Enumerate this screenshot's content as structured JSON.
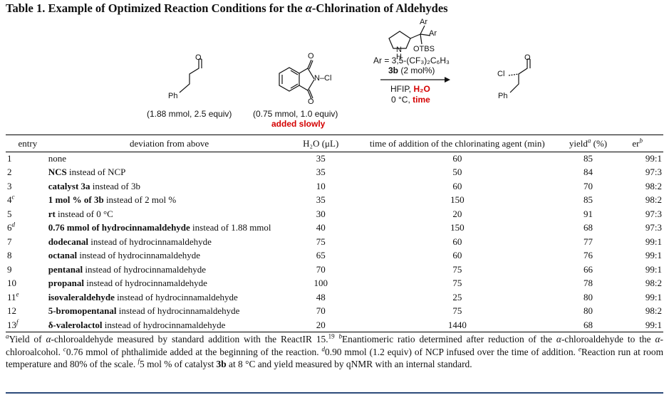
{
  "title": {
    "prefix": "Table 1. Example of Optimized Reaction Conditions for the ",
    "alpha": "α",
    "suffix": "-Chlorination of Aldehydes"
  },
  "scheme": {
    "aldehyde": {
      "substituent": "Ph",
      "amount": "(1.88 mmol, 2.5 equiv)"
    },
    "ncp": {
      "group": "N–Cl",
      "amount": "(0.75 mmol, 1.0 equiv)",
      "note": "added slowly"
    },
    "catalyst": {
      "ar1": "Ar",
      "ar2": "Ar",
      "nh": "N",
      "h": "H",
      "otbs": "OTBS",
      "ar_def": "Ar = 3,5-(CF₃)₂C₆H₃",
      "loading_id": "3b",
      "loading_rest": " (2 mol%)"
    },
    "conditions": {
      "solvent": "HFIP, ",
      "water": "H₂O",
      "temp": "0 °C, ",
      "time": "time"
    },
    "product": {
      "cl": "Cl",
      "substituent": "Ph"
    },
    "colors": {
      "accent": "#d40000",
      "rule_blue": "#2c4a7a"
    }
  },
  "table": {
    "headers": {
      "entry": "entry",
      "deviation": "deviation from above",
      "h2o": "H₂O (μL)",
      "time": "time of addition of the chlorinating agent (min)",
      "yield": "yield",
      "yield_sup": "a",
      "yield_unit": " (%)",
      "er": "er",
      "er_sup": "b"
    },
    "rows": [
      {
        "entry": "1",
        "sup": "",
        "bold": "",
        "rest": "none",
        "h2o": "35",
        "time": "60",
        "yield": "85",
        "er": "99:1"
      },
      {
        "entry": "2",
        "sup": "",
        "bold": "NCS",
        "rest": " instead of NCP",
        "h2o": "35",
        "time": "50",
        "yield": "84",
        "er": "97:3"
      },
      {
        "entry": "3",
        "sup": "",
        "bold": "catalyst 3a",
        "rest": " instead of 3b",
        "h2o": "10",
        "time": "60",
        "yield": "70",
        "er": "98:2"
      },
      {
        "entry": "4",
        "sup": "c",
        "bold": "1 mol % of 3b",
        "rest": " instead of 2 mol %",
        "h2o": "35",
        "time": "150",
        "yield": "85",
        "er": "98:2"
      },
      {
        "entry": "5",
        "sup": "",
        "bold": "rt",
        "rest": " instead of 0 °C",
        "h2o": "30",
        "time": "20",
        "yield": "91",
        "er": "97:3"
      },
      {
        "entry": "6",
        "sup": "d",
        "bold": "0.76 mmol of hydrocinnamaldehyde",
        "rest": " instead of 1.88 mmol",
        "h2o": "40",
        "time": "150",
        "yield": "68",
        "er": "97:3"
      },
      {
        "entry": "7",
        "sup": "",
        "bold": "dodecanal",
        "rest": " instead of hydrocinnamaldehyde",
        "h2o": "75",
        "time": "60",
        "yield": "77",
        "er": "99:1"
      },
      {
        "entry": "8",
        "sup": "",
        "bold": "octanal",
        "rest": " instead of hydrocinnamaldehyde",
        "h2o": "65",
        "time": "60",
        "yield": "76",
        "er": "99:1"
      },
      {
        "entry": "9",
        "sup": "",
        "bold": "pentanal",
        "rest": " instead of hydrocinnamaldehyde",
        "h2o": "70",
        "time": "75",
        "yield": "66",
        "er": "99:1"
      },
      {
        "entry": "10",
        "sup": "",
        "bold": "propanal",
        "rest": " instead of hydrocinnamaldehyde",
        "h2o": "100",
        "time": "75",
        "yield": "78",
        "er": "98:2"
      },
      {
        "entry": "11",
        "sup": "e",
        "bold": "isovaleraldehyde",
        "rest": " instead of hydrocinnamaldehyde",
        "h2o": "48",
        "time": "25",
        "yield": "80",
        "er": "99:1"
      },
      {
        "entry": "12",
        "sup": "",
        "bold": "5-bromopentanal",
        "rest": " instead of hydrocinnamaldehyde",
        "h2o": "70",
        "time": "75",
        "yield": "80",
        "er": "98:2"
      },
      {
        "entry": "13",
        "sup": "f",
        "bold": "δ-valerolactol",
        "rest": " instead of hydrocinnamaldehyde",
        "h2o": "20",
        "time": "1440",
        "yield": "68",
        "er": "99:1"
      }
    ]
  },
  "footnotes": {
    "a_mark": "a",
    "a_pre": "Yield of ",
    "a_alpha": "α",
    "a_post": "-chloroaldehyde measured by standard addition with the ReactIR 15.",
    "a_ref": "19",
    "b_mark": "b",
    "b_pre": "Enantiomeric ratio determined after reduction of the ",
    "b_alpha1": "α",
    "b_mid": "-chloroaldehyde to the ",
    "b_alpha2": "α",
    "b_post": "-chloroalcohol. ",
    "c_mark": "c",
    "c_text": "0.76 mmol of phthalimide added at the beginning of the reaction. ",
    "d_mark": "d",
    "d_text": "0.90 mmol (1.2 equiv) of NCP infused over the time of addition. ",
    "e_mark": "e",
    "e_text": "Reaction run at room temperature and 80% of the scale. ",
    "f_mark": "f",
    "f_pre": "5 mol % of catalyst ",
    "f_bold": "3b",
    "f_post": " at 8 °C and yield measured by qNMR with an internal standard."
  }
}
